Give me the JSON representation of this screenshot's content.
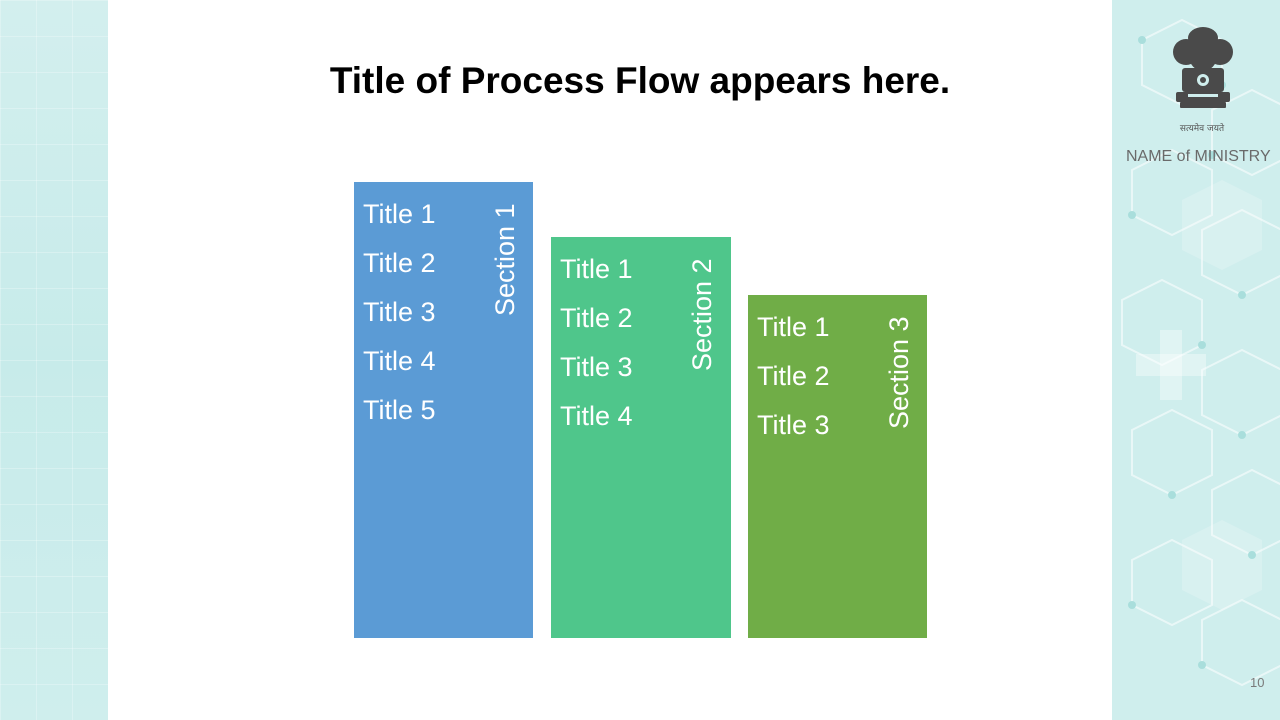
{
  "slide": {
    "title": "Title of Process Flow appears here.",
    "ministry_name": "NAME of MINISTRY",
    "emblem_motto": "सत्यमेव जयते",
    "page_number": "10"
  },
  "sections": [
    {
      "label": "Section 1",
      "color": "#5b9bd5",
      "items": [
        "Title 1",
        "Title 2",
        "Title 3",
        "Title 4",
        "Title 5"
      ]
    },
    {
      "label": "Section 2",
      "color": "#4fc68b",
      "items": [
        "Title 1",
        "Title 2",
        "Title 3",
        "Title 4"
      ]
    },
    {
      "label": "Section 3",
      "color": "#70ad47",
      "items": [
        "Title 1",
        "Title 2",
        "Title 3"
      ]
    }
  ],
  "icons": {
    "emblem": "national-emblem-icon"
  }
}
